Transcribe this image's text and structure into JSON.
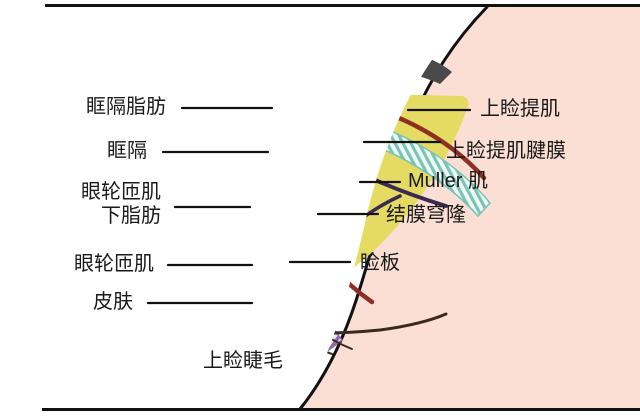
{
  "figure": {
    "kind": "anatomical-cross-section",
    "subject": "upper-eyelid-sagittal-section",
    "colors": {
      "skin": "#fbdfd5",
      "page": "#ffffff",
      "outline": "#111111",
      "eyebrow": "#4a4a4a",
      "orbital_fat": "#e6db62",
      "orbital_septum": "#9c7b4a",
      "orbicularis_red": "#b03a2a",
      "levator_purple": "#3b2a52",
      "aponeurosis_dark_red": "#8e2f24",
      "muller_teal": "#9fd3c7",
      "tarsus_purple": "#8a6aa8",
      "label_text": "#1a1a1a",
      "leader_line": "#111111"
    }
  },
  "labels": {
    "left": [
      {
        "id": "orbital-fat",
        "text": "眶隔脂肪"
      },
      {
        "id": "orbital-septum",
        "text": "眶隔"
      },
      {
        "id": "suborbicularis-fat",
        "line1": "眼轮匝肌",
        "line2": "下脂肪"
      },
      {
        "id": "orbicularis-oculi",
        "text": "眼轮匝肌"
      },
      {
        "id": "skin",
        "text": "皮肤"
      }
    ],
    "right": [
      {
        "id": "levator-muscle",
        "text": "上睑提肌"
      },
      {
        "id": "levator-aponeurosis",
        "text": "上睑提肌腱膜"
      },
      {
        "id": "muller-muscle",
        "text": "Muller 肌"
      },
      {
        "id": "conjunctival-fornix",
        "text": "结膜穹隆"
      },
      {
        "id": "tarsal-plate",
        "text": "睑板"
      }
    ],
    "bottom": [
      {
        "id": "upper-eyelashes",
        "text": "上睑睫毛"
      }
    ]
  }
}
